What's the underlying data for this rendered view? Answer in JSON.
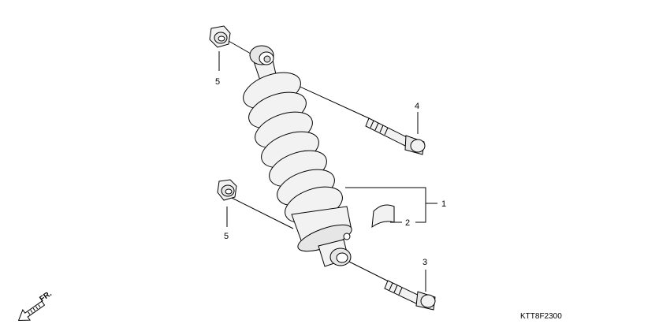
{
  "diagram": {
    "callouts": {
      "shock_absorber": "1",
      "label_sticker": "2",
      "lower_bolt": "3",
      "upper_bolt": "4",
      "upper_nut": "5",
      "lower_nut": "5"
    },
    "front_indicator": "FR.",
    "part_code": "KTT8F2300",
    "colors": {
      "part_fill": "#f2f2f2",
      "shade": "#d9d9d9",
      "line": "#000000",
      "background": "#ffffff"
    }
  }
}
